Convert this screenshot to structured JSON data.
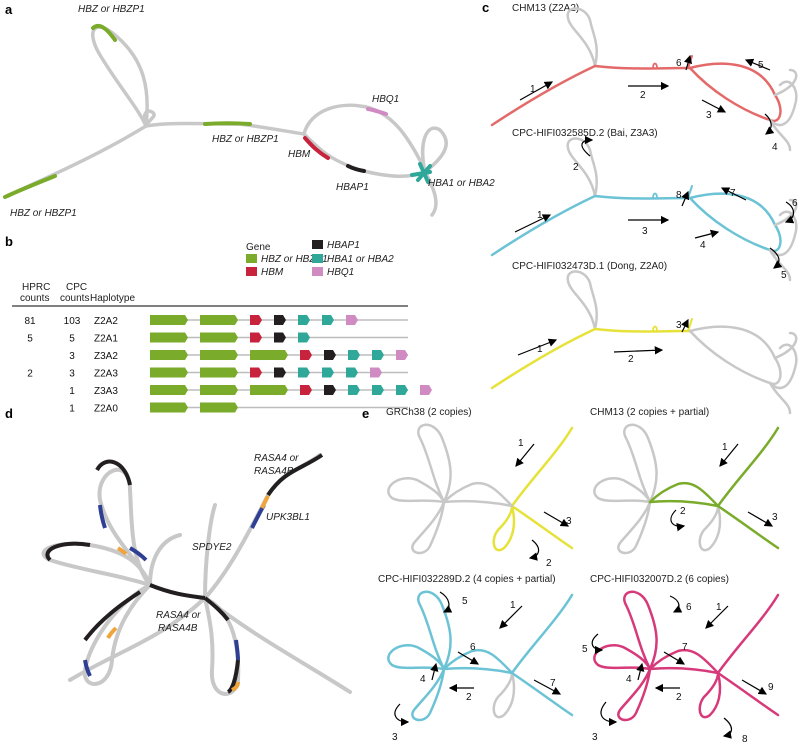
{
  "panels": {
    "a": {
      "label": "a",
      "annotations": {
        "hbz_top": "HBZ or HBZP1",
        "hbz_mid": "HBZ or HBZP1",
        "hbz_left": "HBZ or HBZP1",
        "hbm": "HBM",
        "hbap1": "HBAP1",
        "hbq1": "HBQ1",
        "hba": "HBA1 or HBA2"
      }
    },
    "b": {
      "label": "b",
      "legend_title": "Gene",
      "legend": [
        {
          "name": "HBZ or HBZP1",
          "color": "#7aab2a"
        },
        {
          "name": "HBM",
          "color": "#c8233c"
        },
        {
          "name": "HBAP1",
          "color": "#231f20"
        },
        {
          "name": "HBA1 or HBA2",
          "color": "#2fa89a"
        },
        {
          "name": "HBQ1",
          "color": "#d08bc2"
        }
      ],
      "headers": {
        "hprc_1": "HPRC",
        "hprc_2": "counts",
        "cpc_1": "CPC",
        "cpc_2": "counts",
        "haplotype": "Haplotype"
      },
      "rows": [
        {
          "hprc": "81",
          "cpc": "103",
          "haplotype": "Z2A2"
        },
        {
          "hprc": "5",
          "cpc": "5",
          "haplotype": "Z2A1"
        },
        {
          "hprc": "",
          "cpc": "3",
          "haplotype": "Z3A2"
        },
        {
          "hprc": "2",
          "cpc": "3",
          "haplotype": "Z2A3"
        },
        {
          "hprc": "",
          "cpc": "1",
          "haplotype": "Z3A3"
        },
        {
          "hprc": "",
          "cpc": "1",
          "haplotype": "Z2A0"
        }
      ]
    },
    "c": {
      "label": "c",
      "titles": [
        "CHM13 (Z2A2)",
        "CPC-HIFI032585D.2 (Bai, Z3A3)",
        "CPC-HIFI032473D.1 (Dong, Z2A0)"
      ],
      "steps": [
        [
          "1",
          "2",
          "3",
          "4",
          "5",
          "6"
        ],
        [
          "1",
          "2",
          "3",
          "4",
          "5",
          "6",
          "7",
          "8"
        ],
        [
          "1",
          "2",
          "3"
        ]
      ]
    },
    "d": {
      "label": "d",
      "annotations": {
        "rasa_top_1": "RASA4 or",
        "rasa_top_2": "RASA4B",
        "upk": "UPK3BL1",
        "spdye": "SPDYE2",
        "rasa_mid_1": "RASA4 or",
        "rasa_mid_2": "RASA4B"
      }
    },
    "e": {
      "label": "e",
      "titles": [
        "GRCh38 (2 copies)",
        "CHM13 (2 copies + partial)",
        "CPC-HIFI032289D.2 (4 copies + partial)",
        "CPC-HIFI032007D.2 (6 copies)"
      ],
      "steps": [
        [
          "1",
          "2",
          "3"
        ],
        [
          "1",
          "2",
          "3"
        ],
        [
          "1",
          "2",
          "3",
          "4",
          "5",
          "6",
          "7"
        ],
        [
          "1",
          "2",
          "3",
          "4",
          "5",
          "6",
          "7",
          "8",
          "9"
        ]
      ]
    }
  },
  "colors": {
    "grey": "#c8c8c8",
    "green": "#7aab2a",
    "red": "#c8233c",
    "black": "#231f20",
    "teal": "#2fa89a",
    "pink": "#d08bc2",
    "salmon": "#e46a6a",
    "cyan": "#6cc3d5",
    "yellow": "#e6e23a",
    "magenta": "#d63a7a",
    "blue": "#2f3f93",
    "orange": "#f0a43a"
  }
}
